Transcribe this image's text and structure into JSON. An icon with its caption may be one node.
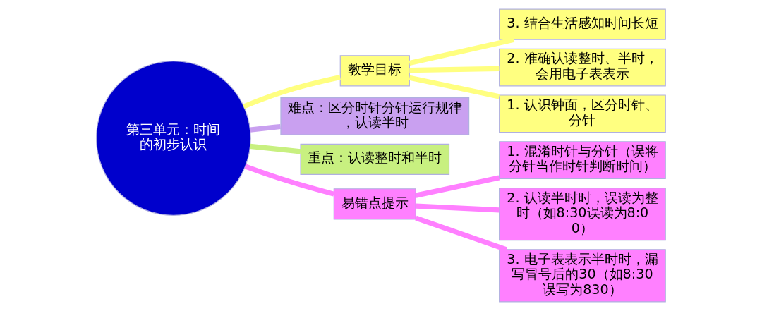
{
  "diagram": {
    "nodes": [
      {
        "text": [
          "第三单元：时间的初步认识"
        ]
      },
      {
        "text": [
          "教学目标"
        ]
      },
      {
        "text": [
          "3. 结合生活感知时间长短"
        ]
      },
      {
        "text": [
          "2. 准确认读整时、半时，会用电子表表示"
        ]
      },
      {
        "text": [
          "1. 认识钟面，区分时针、分针"
        ]
      },
      {
        "text": [
          "难点：区分时针分针运行规律，认读半时"
        ]
      },
      {
        "text": [
          "重点：认读整时和半时"
        ]
      },
      {
        "text": [
          "易错点提示"
        ]
      },
      {
        "text": [
          "1. 混淆时针与分针（误将分针当作时针判断时间）"
        ]
      },
      {
        "text": [
          "2. 认读半时时，误读为整时（如8:30误读为8:00）"
        ]
      },
      {
        "text": [
          "3. 电子表表示半时时，漏写冒号后的30（如8:30误写为830）"
        ]
      }
    ],
    "edges": [
      {
        "from": 0,
        "to": 1,
        "arrow": "none",
        "color": "#ffff80"
      },
      {
        "from": 1,
        "to": 2,
        "arrow": "none",
        "color": "#ffff80"
      },
      {
        "from": 1,
        "to": 3,
        "arrow": "none",
        "color": "#ffff80"
      },
      {
        "from": 1,
        "to": 4,
        "arrow": "none",
        "color": "#ffff80"
      },
      {
        "from": 0,
        "to": 5,
        "arrow": "none",
        "color": "#c9a0f0"
      },
      {
        "from": 0,
        "to": 6,
        "arrow": "none",
        "color": "#c8f080"
      },
      {
        "from": 0,
        "to": 7,
        "arrow": "none",
        "color": "#ff80ff"
      },
      {
        "from": 7,
        "to": 8,
        "arrow": "none",
        "color": "#ff80ff"
      },
      {
        "from": 7,
        "to": 9,
        "arrow": "none",
        "color": "#ff80ff"
      },
      {
        "from": 7,
        "to": 10,
        "arrow": "none",
        "color": "#ff80ff"
      }
    ]
  }
}
